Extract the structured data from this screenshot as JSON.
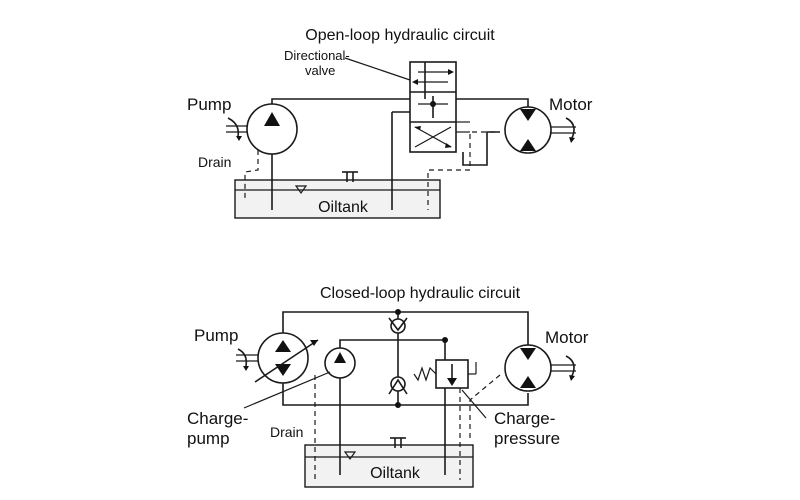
{
  "open_loop": {
    "title": "Open-loop hydraulic circuit",
    "pump_label": "Pump",
    "motor_label": "Motor",
    "valve_label_line1": "Directional-",
    "valve_label_line2": "valve",
    "drain_label": "Drain",
    "tank_label": "Oiltank"
  },
  "closed_loop": {
    "title": "Closed-loop hydraulic circuit",
    "pump_label": "Pump",
    "motor_label": "Motor",
    "charge_pump_line1": "Charge-",
    "charge_pump_line2": "pump",
    "drain_label": "Drain",
    "charge_pressure_line1": "Charge-",
    "charge_pressure_line2": "pressure",
    "tank_label": "Oiltank"
  },
  "colors": {
    "line": "#1a1a1a",
    "tank": "#f2f2f2",
    "background": "#ffffff"
  }
}
